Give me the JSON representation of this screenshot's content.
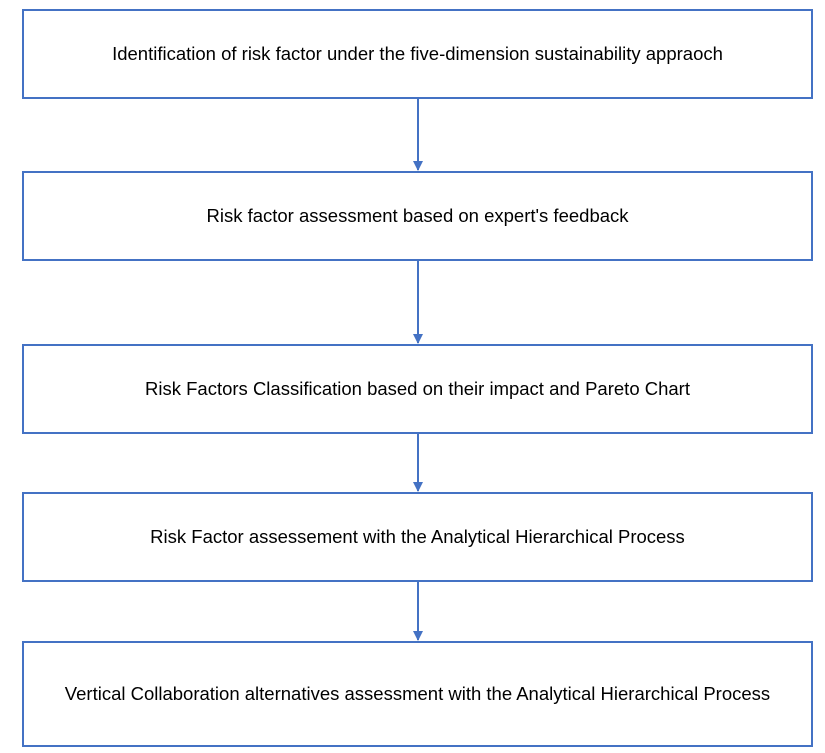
{
  "diagram": {
    "steps": [
      {
        "label": "Identification of risk factor under the five-dimension sustainability appraoch"
      },
      {
        "label": "Risk factor assessment based on expert's feedback"
      },
      {
        "label": "Risk Factors Classification based on their impact and Pareto Chart"
      },
      {
        "label": "Risk Factor assessement with the Analytical Hierarchical Process"
      },
      {
        "label": "Vertical Collaboration alternatives assessment with the Analytical Hierarchical Process"
      }
    ],
    "colors": {
      "box_border": "#4472c4",
      "arrow": "#4472c4",
      "text": "#000000",
      "background": "#ffffff"
    }
  }
}
